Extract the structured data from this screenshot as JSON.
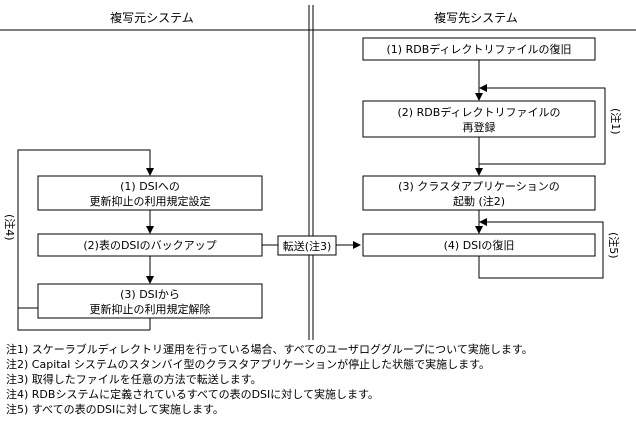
{
  "headers": {
    "source": "複写元システム",
    "target": "複写先システム"
  },
  "source_steps": [
    {
      "line1": "(1) DSIへの",
      "line2": "更新抑止の利用規定設定"
    },
    {
      "line1": "(2)表のDSIのバックアップ",
      "line2": ""
    },
    {
      "line1": "(3) DSIから",
      "line2": "更新抑止の利用規定解除"
    }
  ],
  "target_steps": [
    {
      "line1": "(1) RDBディレクトリファイルの復旧",
      "line2": ""
    },
    {
      "line1": "(2) RDBディレクトリファイルの",
      "line2": "再登録"
    },
    {
      "line1": "(3) クラスタアプリケーションの",
      "line2": "起動 (注2)"
    },
    {
      "line1": "(4) DSIの復旧",
      "line2": ""
    }
  ],
  "transfer_label": "転送(注3)",
  "loop_labels": {
    "source_loop": "(注4)",
    "target_loop_1": "(注1)",
    "target_loop_5": "(注5)"
  },
  "notes": [
    "注1) スケーラブルディレクトリ運用を行っている場合、すべてのユーザロググループについて実施します。",
    "注2) Capital システムのスタンバイ型のクラスタアプリケーションが停止した状態で実施します。",
    "注3) 取得したファイルを任意の方法で転送します。",
    "注4) RDBシステムに定義されているすべての表のDSIに対して実施します。",
    "注5) すべての表のDSIに対して実施します。"
  ]
}
